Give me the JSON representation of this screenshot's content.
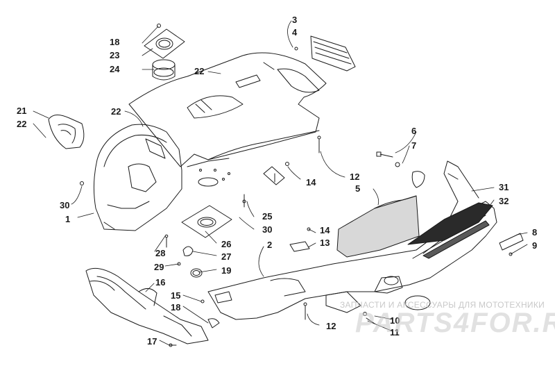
{
  "diagram": {
    "callouts": {
      "c18a": "18",
      "c23": "23",
      "c24": "24",
      "c22a": "22",
      "c3": "3",
      "c4": "4",
      "c21": "21",
      "c22b": "22",
      "c22c": "22",
      "c6": "6",
      "c7": "7",
      "c12a": "12",
      "c14a": "14",
      "c5": "5",
      "c31": "31",
      "c32": "32",
      "c30a": "30",
      "c1": "1",
      "c25": "25",
      "c30b": "30",
      "c14b": "14",
      "c13": "13",
      "c8": "8",
      "c9": "9",
      "c2": "2",
      "c28": "28",
      "c26": "26",
      "c27": "27",
      "c29": "29",
      "c19": "19",
      "c16": "16",
      "c15": "15",
      "c18b": "18",
      "c17": "17",
      "c12b": "12",
      "c10": "10",
      "c11": "11"
    },
    "line_color": "#1a1a1a"
  },
  "watermark": {
    "caption": "ЗАПЧАСТИ И АКСЕССУАРЫ ДЛЯ МОТОТЕХНИКИ",
    "logo": "PARTS4FOR.RU"
  }
}
